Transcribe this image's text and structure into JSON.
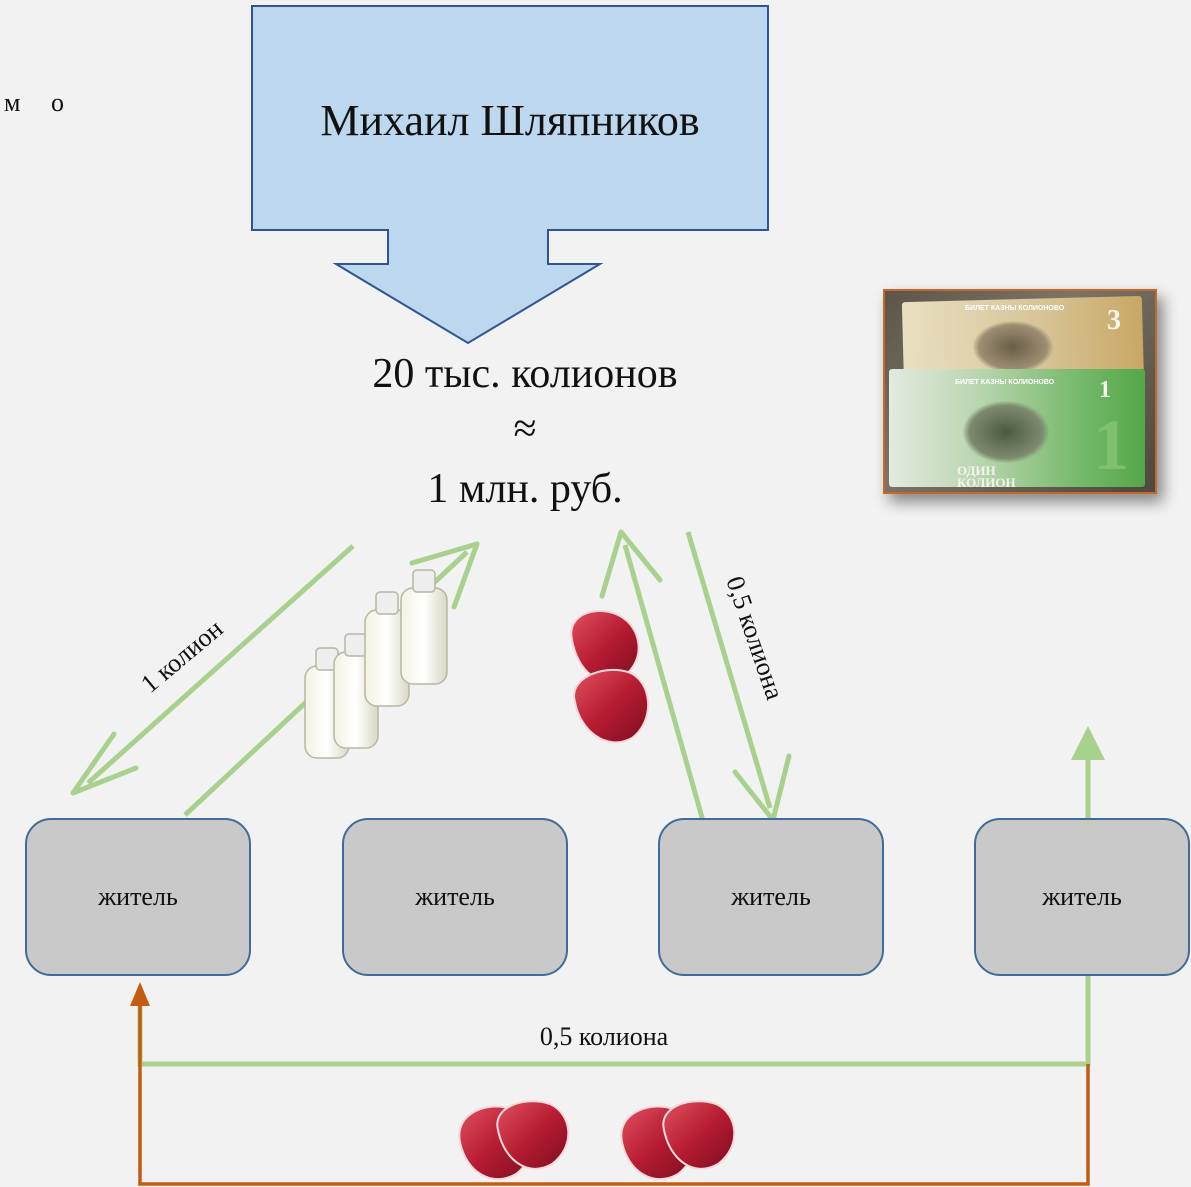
{
  "corner_text": "м о",
  "sponsor": {
    "name": "Михаил Шляпников"
  },
  "exchange": {
    "line1": "20 тыс. колионов",
    "approx": "≈",
    "line2": "1 млн. руб."
  },
  "residents": [
    {
      "label": "житель"
    },
    {
      "label": "житель"
    },
    {
      "label": "житель"
    },
    {
      "label": "житель"
    }
  ],
  "flows": {
    "left_label": "1 колион",
    "right_label": "0,5 колиона",
    "bottom_label": "0,5 колиона"
  },
  "banknotes": {
    "back_title": "БИЛЕТ КАЗНЫ КОЛИОНОВО",
    "front_title": "БИЛЕТ КАЗНЫ КОЛИОНОВО",
    "back_denomination": "3",
    "front_denomination": "1",
    "big_numeral": "1",
    "word_line1": "ОДИН",
    "word_line2": "КОЛИОН"
  },
  "colors": {
    "arrow_green": "#a9d18e",
    "arrow_orange": "#c55a11",
    "box_blue_fill": "#bdd7ee",
    "box_blue_border": "#2f5597",
    "resident_fill": "#c9c9c9",
    "resident_border": "#3f6c9b"
  },
  "icons": [
    "milk-bottles-icon",
    "meat-icon"
  ]
}
